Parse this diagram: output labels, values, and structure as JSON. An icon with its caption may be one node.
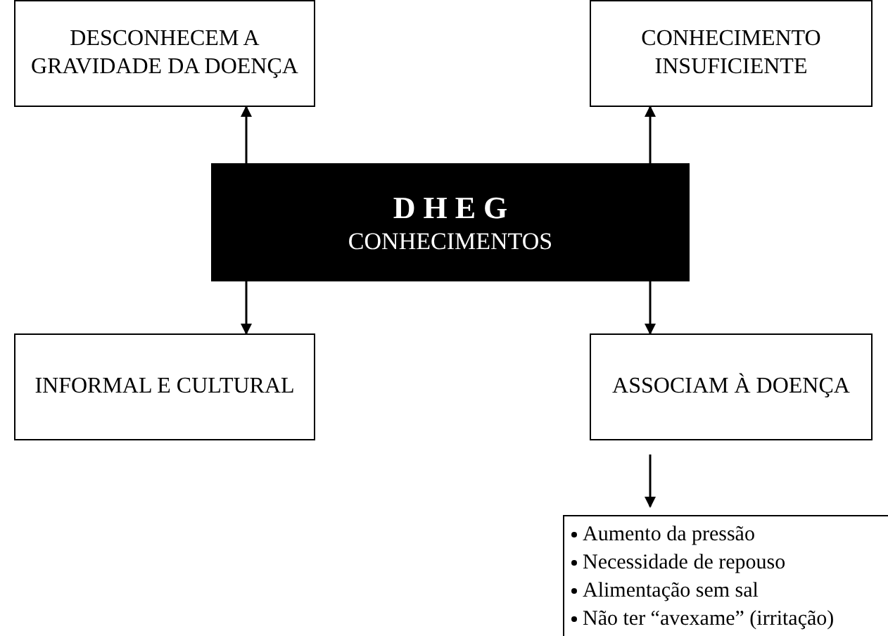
{
  "diagram": {
    "nodes": [
      {
        "text": [
          "DESCONHECEM A GRAVIDADE DA DOENÇA"
        ]
      },
      {
        "text": [
          "CONHECIMENTO INSUFICIENTE"
        ]
      },
      {
        "text": [
          "D H E G",
          "CONHECIMENTOS"
        ]
      },
      {
        "text": [
          "INFORMAL E CULTURAL"
        ]
      },
      {
        "text": [
          "ASSOCIAM À DOENÇA"
        ]
      },
      {
        "text": [
          "Aumento da pressão",
          "Necessidade de repouso",
          "Alimentação sem sal",
          "Não ter “avexame” (irritação)"
        ]
      }
    ],
    "edges": [
      {
        "from": 2,
        "to": 0,
        "arrow": "to"
      },
      {
        "from": 2,
        "to": 1,
        "arrow": "to"
      },
      {
        "from": 2,
        "to": 3,
        "arrow": "to"
      },
      {
        "from": 2,
        "to": 4,
        "arrow": "to"
      },
      {
        "from": 4,
        "to": 5,
        "arrow": "to"
      }
    ]
  }
}
